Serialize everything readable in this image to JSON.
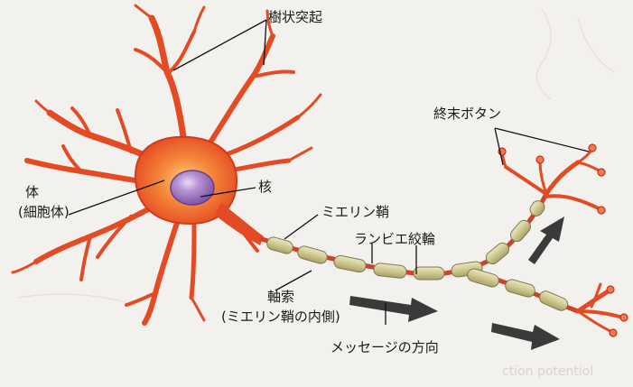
{
  "labels": {
    "dendrites": "樹状突起",
    "soma": "体",
    "soma_alt": "(細胞体)",
    "nucleus": "核",
    "myelin": "ミエリン鞘",
    "node": "ランビエ絞輪",
    "axon": "軸索",
    "axon_sub": "(ミエリン鞘の内側)",
    "terminal": "終末ボタン",
    "direction": "メッセージの方向"
  },
  "background": {
    "bleed_text": "ction potentiol"
  },
  "colors": {
    "neuron": "#e44a23",
    "neuron_dark": "#c53418",
    "soma_glow": "#f58a3a",
    "nucleus": "#8f62b5",
    "myelin": "#d7d2a4",
    "node": "#d0402a",
    "arrow": "#3a3a3a",
    "leader": "#111111",
    "paper": "#f3f1ee"
  }
}
